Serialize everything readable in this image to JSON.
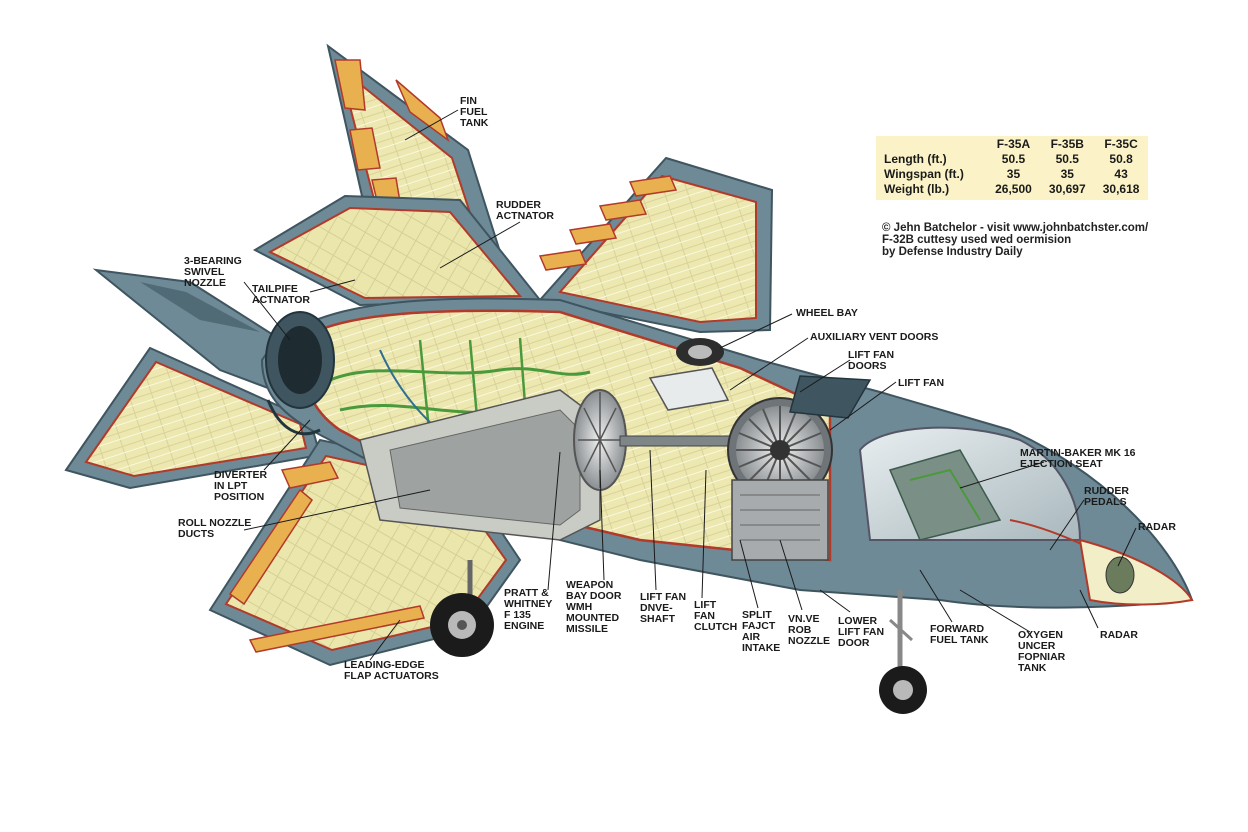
{
  "specs": {
    "headers": [
      "",
      "F-35A",
      "F-35B",
      "F-35C"
    ],
    "rows": [
      {
        "label": "Length (ft.)",
        "values": [
          "50.5",
          "50.5",
          "50.8"
        ]
      },
      {
        "label": "Wingspan (ft.)",
        "values": [
          "35",
          "35",
          "43"
        ]
      },
      {
        "label": "Weight (lb.)",
        "values": [
          "26,500",
          "30,697",
          "30,618"
        ]
      }
    ]
  },
  "credit": {
    "line1": "© Jehn Batchelor - visit www.johnbatchster.com/",
    "line2": "F-32B cuttesy used wed oermision",
    "line3": "by Defense Industry Daily"
  },
  "labels": {
    "fin_fuel_tank": "FIN\nFUEL\nTANK",
    "rudder_actuator": "RUDDER\nACTNATOR",
    "bearing_swivel": "3-BEARING\nSWIVEL\nNOZZLE",
    "tailpipe_actuator": "TAILPIFE\nACTNATOR",
    "wheel_bay": "WHEEL BAY",
    "aux_vent_doors": "AUXILIARY VENT DOORS",
    "lift_fan_doors": "LIFT FAN\nDOORS",
    "lift_fan": "LIFT FAN",
    "diverter": "DIVERTER\nIN LPT\nPOSITION",
    "roll_nozzle": "ROLL NOZZLE\nDUCTS",
    "martin_baker": "MARTIN-BAKER MK 16\nEJECTION SEAT",
    "rudder_pedals": "RUDDER\nPEDALS",
    "radar_top": "RADAR",
    "radar_bottom": "RADAR",
    "pratt_whitney": "PRATT &\nWHITNEY\nF 135\nENGINE",
    "weapon_bay": "WEAPON\nBAY DOOR\nWMH\nMOUNTED\nMISSILE",
    "lift_fan_drive": "LIFT FAN\nDNVE-\nSHAFT",
    "lift_fan_clutch": "LIFT\nFAN\nCLUTCH",
    "split_fauct": "SPLIT\nFAJCT\nAIR\nINTAKE",
    "vnve_rob": "VN.VE\nROB\nNOZZLE",
    "lower_lift_fan": "LOWER\nLIFT FAN\nDOOR",
    "forward_fuel": "FORWARD\nFUEL TANK",
    "oxygen": "OXYGEN\nUNCER\nFOPNIAR\nTANK",
    "leading_edge": "LEADING-EDGE\nFLAP ACTUATORS"
  },
  "colors": {
    "skin": "#6e8a96",
    "skin_dark": "#3f5560",
    "interior": "#e9e5a9",
    "tank": "#e8b04e",
    "outline": "#b23a2a",
    "canopy": "#c8d4d8",
    "table_bg": "#fbf3c7"
  }
}
